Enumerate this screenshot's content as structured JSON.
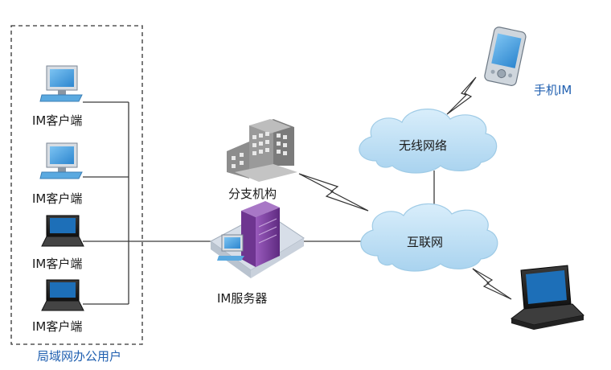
{
  "lan_group": {
    "label": "局域网办公用户",
    "clients": [
      {
        "label": "IM客户端",
        "device": "desktop-computer-icon"
      },
      {
        "label": "IM客户端",
        "device": "desktop-computer-icon"
      },
      {
        "label": "IM客户端",
        "device": "laptop-icon"
      },
      {
        "label": "IM客户端",
        "device": "laptop-icon"
      }
    ]
  },
  "server": {
    "label": "IM服务器",
    "icon": "server-icon"
  },
  "branch": {
    "label": "分支机构",
    "icon": "office-building-icon"
  },
  "networks": {
    "wireless": {
      "label": "无线网络"
    },
    "internet": {
      "label": "互联网"
    }
  },
  "mobile": {
    "label": "手机IM",
    "icon": "pda-phone-icon"
  },
  "remote_laptop": {
    "icon": "laptop-icon"
  },
  "colors": {
    "cloud_fill": "#bfe0f4",
    "cloud_stroke": "#9fcbe6",
    "monitor_blue": "#4da6e6",
    "server_purple": "#7b3f9e",
    "label_blue": "#1f5fb0",
    "line": "#3a3a3a"
  }
}
